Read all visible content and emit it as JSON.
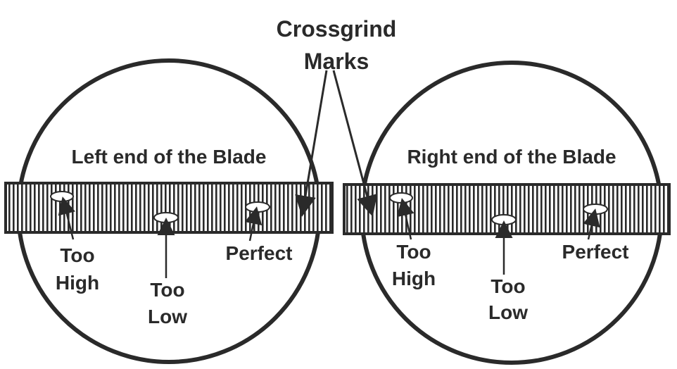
{
  "title_line1": "Crossgrind",
  "title_line2": "Marks",
  "left": {
    "heading": "Left end of the Blade",
    "too_high": [
      "Too",
      "High"
    ],
    "too_low": [
      "Too",
      "Low"
    ],
    "perfect": "Perfect"
  },
  "right": {
    "heading": "Right end of the Blade",
    "too_high": [
      "Too",
      "High"
    ],
    "too_low": [
      "Too",
      "Low"
    ],
    "perfect": "Perfect"
  },
  "colors": {
    "ink": "#2a2a2a",
    "background": "#ffffff"
  }
}
